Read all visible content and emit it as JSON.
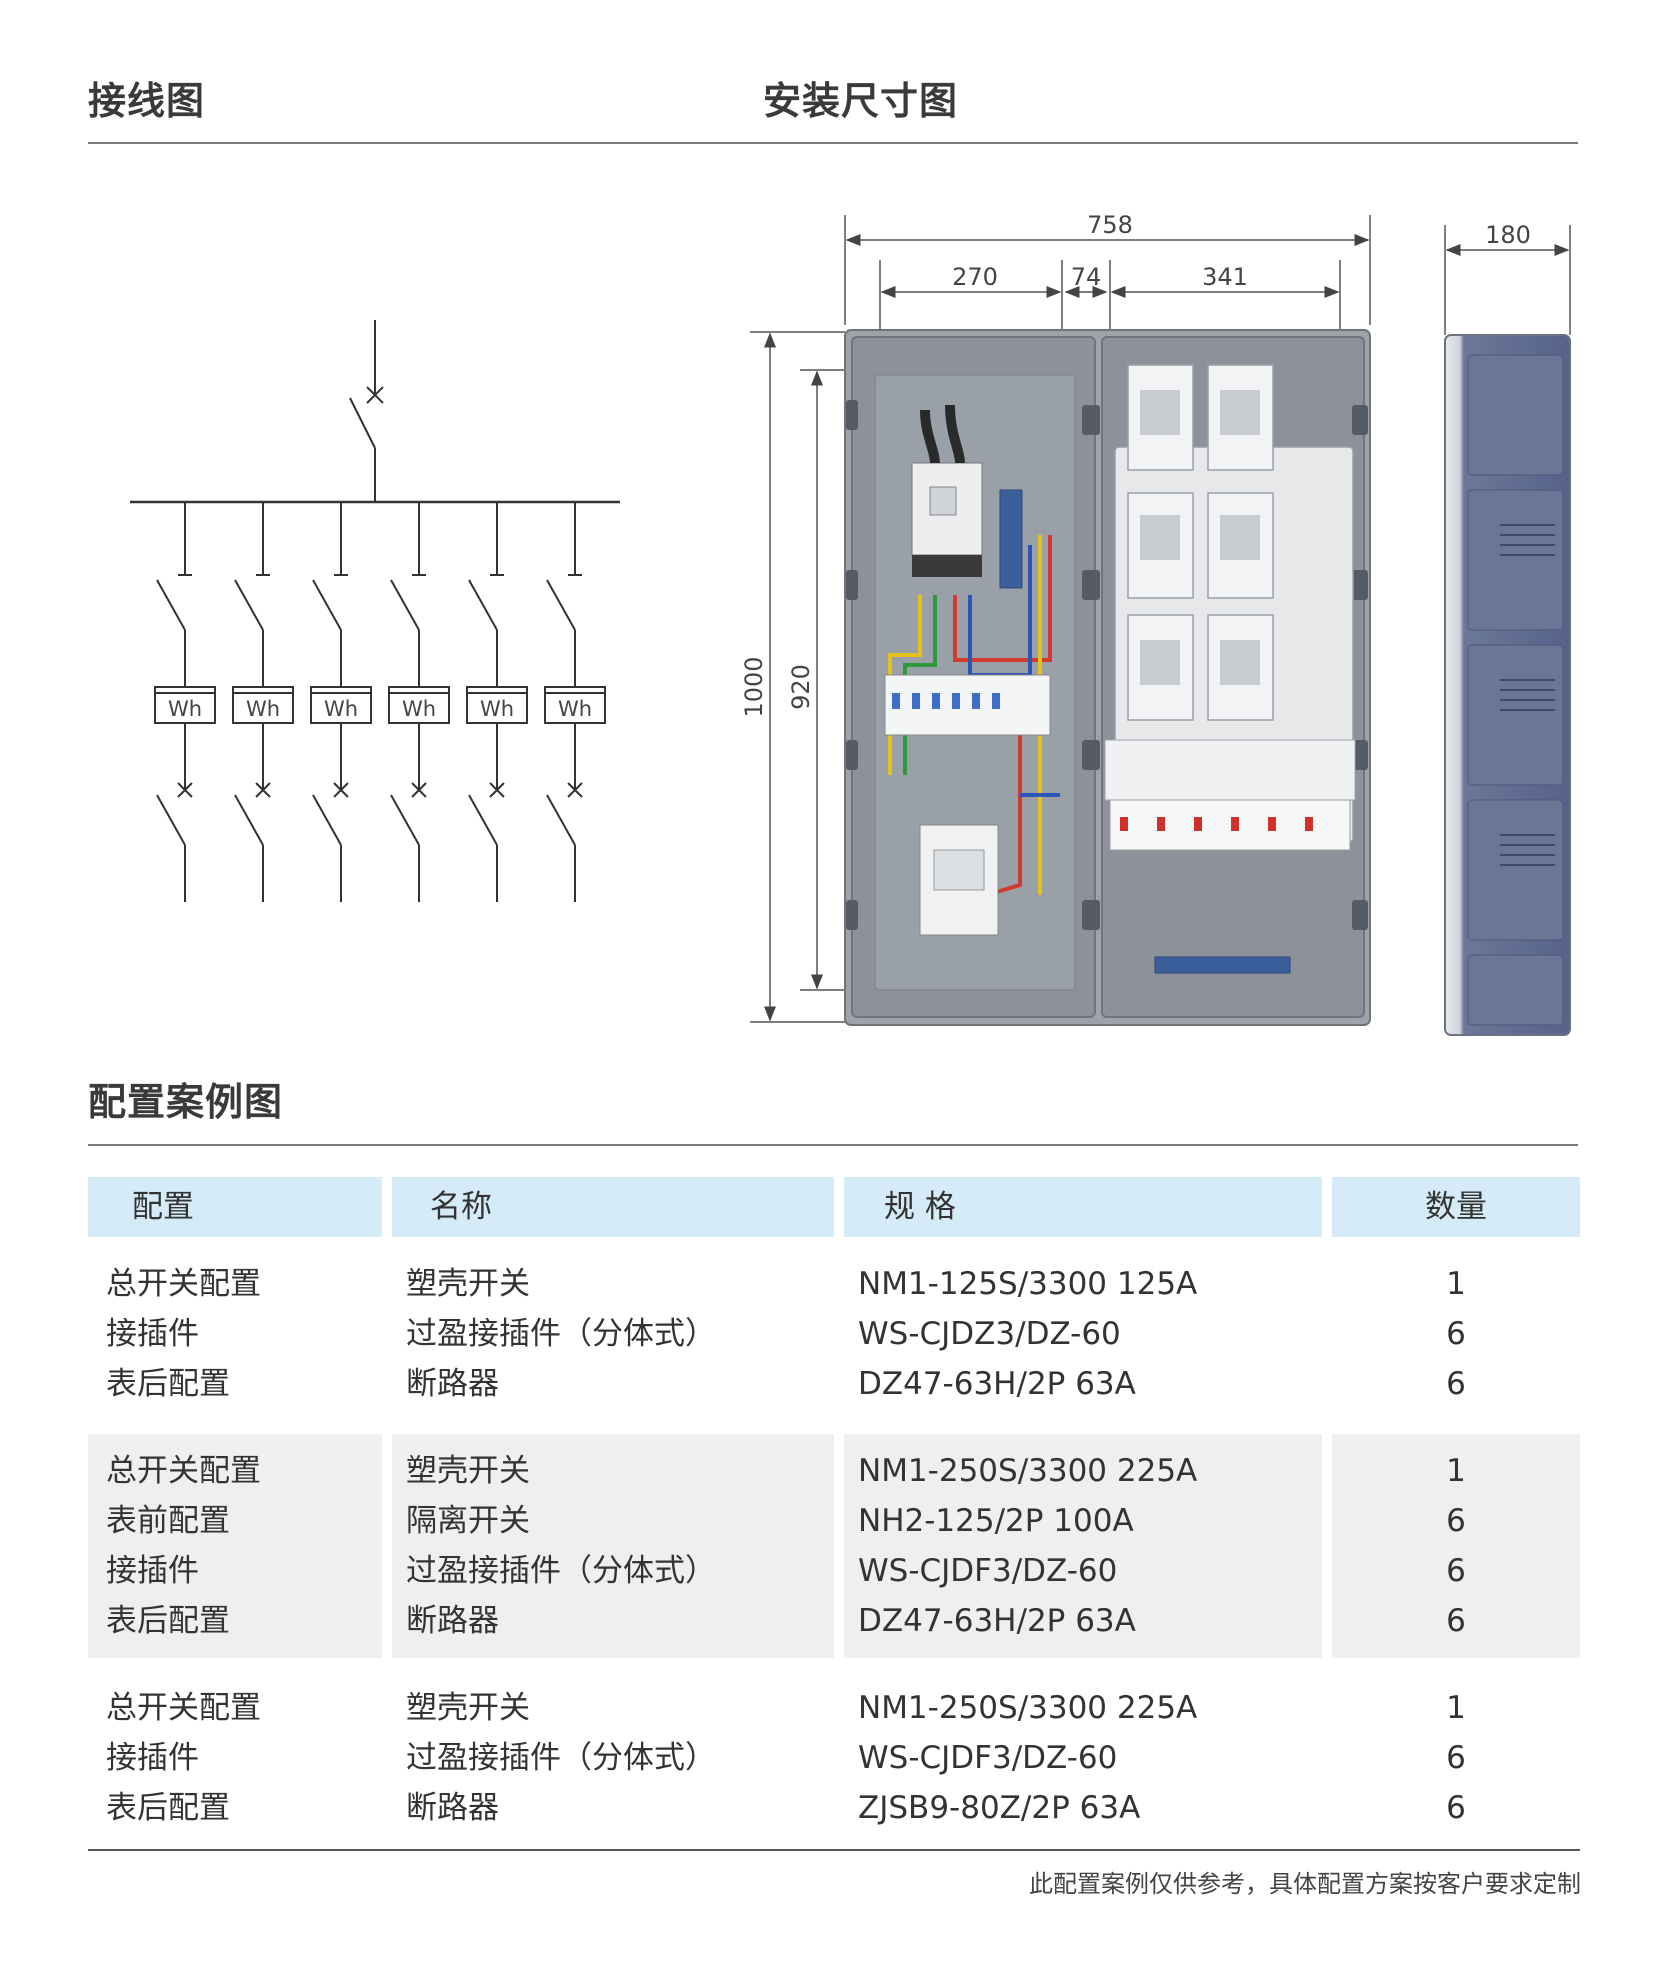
{
  "headings": {
    "wiring": "接线图",
    "install": "安装尺寸图",
    "config": "配置案例图"
  },
  "wiring": {
    "meter_label": "Wh",
    "branch_count": 6
  },
  "dimensions": {
    "total_width": "758",
    "left_width": "270",
    "gap_width": "74",
    "right_width": "341",
    "depth": "180",
    "total_height": "1000",
    "inner_height": "920"
  },
  "table": {
    "headers": [
      "配置",
      "名称",
      "规 格",
      "数量"
    ],
    "groups": [
      {
        "shaded": false,
        "rows": [
          [
            "总开关配置",
            "塑壳开关",
            "NM1-125S/3300 125A",
            "1"
          ],
          [
            "接插件",
            "过盈接插件（分体式）",
            "WS-CJDZ3/DZ-60",
            "6"
          ],
          [
            "表后配置",
            "断路器",
            "DZ47-63H/2P 63A",
            "6"
          ]
        ]
      },
      {
        "shaded": true,
        "rows": [
          [
            "总开关配置",
            "塑壳开关",
            "NM1-250S/3300 225A",
            "1"
          ],
          [
            "表前配置",
            "隔离开关",
            "NH2-125/2P 100A",
            "6"
          ],
          [
            "接插件",
            "过盈接插件（分体式）",
            "WS-CJDF3/DZ-60",
            "6"
          ],
          [
            "表后配置",
            "断路器",
            "DZ47-63H/2P 63A",
            "6"
          ]
        ]
      },
      {
        "shaded": false,
        "rows": [
          [
            "总开关配置",
            "塑壳开关",
            "NM1-250S/3300 225A",
            "1"
          ],
          [
            "接插件",
            "过盈接插件（分体式）",
            "WS-CJDF3/DZ-60",
            "6"
          ],
          [
            "表后配置",
            "断路器",
            "ZJSB9-80Z/2P 63A",
            "6"
          ]
        ]
      }
    ]
  },
  "footnote": "此配置案例仅供参考，具体配置方案按客户要求定制",
  "colors": {
    "header_bg": "#d5ebf8",
    "shaded_bg": "#eeefef",
    "cabinet_gray": "#8f949c",
    "side_panel": "#5e6c8e"
  }
}
